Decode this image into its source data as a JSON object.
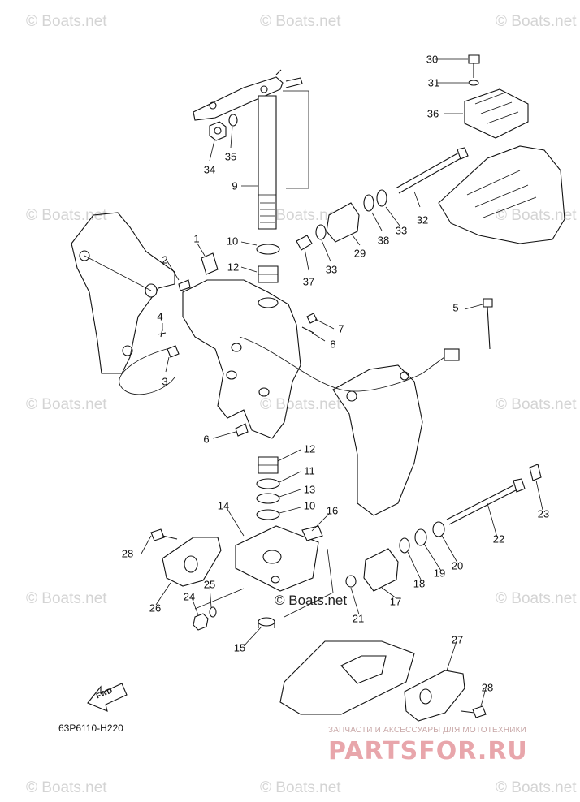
{
  "diagram": {
    "code": "63P6110-H220",
    "fwd_label": "FWD",
    "center_watermark": "© Boats.net",
    "watermark_text": "© Boats.net",
    "shop": {
      "tagline": "ЗАПЧАСТИ И АКСЕССУАРЫ ДЛЯ МОТОТЕХНИКИ",
      "logo": "PARTSFOR.RU"
    },
    "callouts": [
      {
        "label": "1"
      },
      {
        "label": "2"
      },
      {
        "label": "3"
      },
      {
        "label": "4"
      },
      {
        "label": "5"
      },
      {
        "label": "6"
      },
      {
        "label": "7"
      },
      {
        "label": "8"
      },
      {
        "label": "9"
      },
      {
        "label": "10"
      },
      {
        "label": "10"
      },
      {
        "label": "11"
      },
      {
        "label": "12"
      },
      {
        "label": "12"
      },
      {
        "label": "13"
      },
      {
        "label": "14"
      },
      {
        "label": "15"
      },
      {
        "label": "16"
      },
      {
        "label": "17"
      },
      {
        "label": "18"
      },
      {
        "label": "19"
      },
      {
        "label": "20"
      },
      {
        "label": "21"
      },
      {
        "label": "22"
      },
      {
        "label": "23"
      },
      {
        "label": "24"
      },
      {
        "label": "25"
      },
      {
        "label": "26"
      },
      {
        "label": "27"
      },
      {
        "label": "28"
      },
      {
        "label": "28"
      },
      {
        "label": "29"
      },
      {
        "label": "30"
      },
      {
        "label": "31"
      },
      {
        "label": "32"
      },
      {
        "label": "33"
      },
      {
        "label": "33"
      },
      {
        "label": "34"
      },
      {
        "label": "35"
      },
      {
        "label": "36"
      },
      {
        "label": "37"
      },
      {
        "label": "38"
      }
    ]
  }
}
